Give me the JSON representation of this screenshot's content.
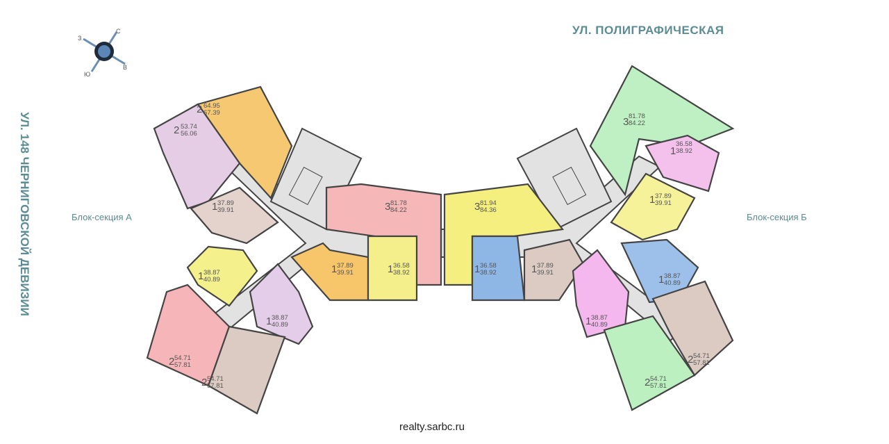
{
  "street_top": "УЛ. ПОЛИГРАФИЧЕСКАЯ",
  "street_left": "УЛ. 148 ЧЕРНИГОВСКОЙ ДЕВИЗИИ",
  "section_a": "Блок-секция А",
  "section_b": "Блок-секция Б",
  "footer": "realty.sarbc.ru",
  "compass": {
    "n": "С",
    "e": "В",
    "s": "Ю",
    "w": "З"
  },
  "apartments": [
    {
      "rooms": "2",
      "living": "64.95",
      "total": "67.39",
      "color": "#f7c872"
    },
    {
      "rooms": "2",
      "living": "53.74",
      "total": "56.06",
      "color": "#e6cde6"
    },
    {
      "rooms": "1",
      "living": "37.89",
      "total": "39.91",
      "color": "#e3d3cc"
    },
    {
      "rooms": "1",
      "living": "38.87",
      "total": "40.89",
      "color": "#f4f08c"
    },
    {
      "rooms": "3",
      "living": "81.78",
      "total": "84.22",
      "color": "#f6b7b9"
    },
    {
      "rooms": "1",
      "living": "37.89",
      "total": "39.91",
      "color": "#f7c56a"
    },
    {
      "rooms": "1",
      "living": "36.58",
      "total": "38.92",
      "color": "#f4ef8a"
    },
    {
      "rooms": "1",
      "living": "38.87",
      "total": "40.89",
      "color": "#e4cde8"
    },
    {
      "rooms": "2",
      "living": "54.71",
      "total": "57.81",
      "color": "#f6b5b8"
    },
    {
      "rooms": "2",
      "living": "54.71",
      "total": "57.81",
      "color": "#dccbc3"
    },
    {
      "rooms": "3",
      "living": "81.94",
      "total": "84.36",
      "color": "#f4ef7e"
    },
    {
      "rooms": "1",
      "living": "36.58",
      "total": "38.92",
      "color": "#8fb7e6"
    },
    {
      "rooms": "1",
      "living": "37.89",
      "total": "39.91",
      "color": "#dccbc3"
    },
    {
      "rooms": "3",
      "living": "81.78",
      "total": "84.22",
      "color": "#bff0c3"
    },
    {
      "rooms": "1",
      "living": "36.58",
      "total": "38.92",
      "color": "#f4c0ec"
    },
    {
      "rooms": "1",
      "living": "37.89",
      "total": "39.91",
      "color": "#f6f29a"
    },
    {
      "rooms": "1",
      "living": "38.87",
      "total": "40.89",
      "color": "#9cc0ea"
    },
    {
      "rooms": "1",
      "living": "38.87",
      "total": "40.89",
      "color": "#f5b8ee"
    },
    {
      "rooms": "2",
      "living": "54.71",
      "total": "57.81",
      "color": "#dccbc3"
    },
    {
      "rooms": "2",
      "living": "54.71",
      "total": "57.81",
      "color": "#bdf0c0"
    }
  ]
}
